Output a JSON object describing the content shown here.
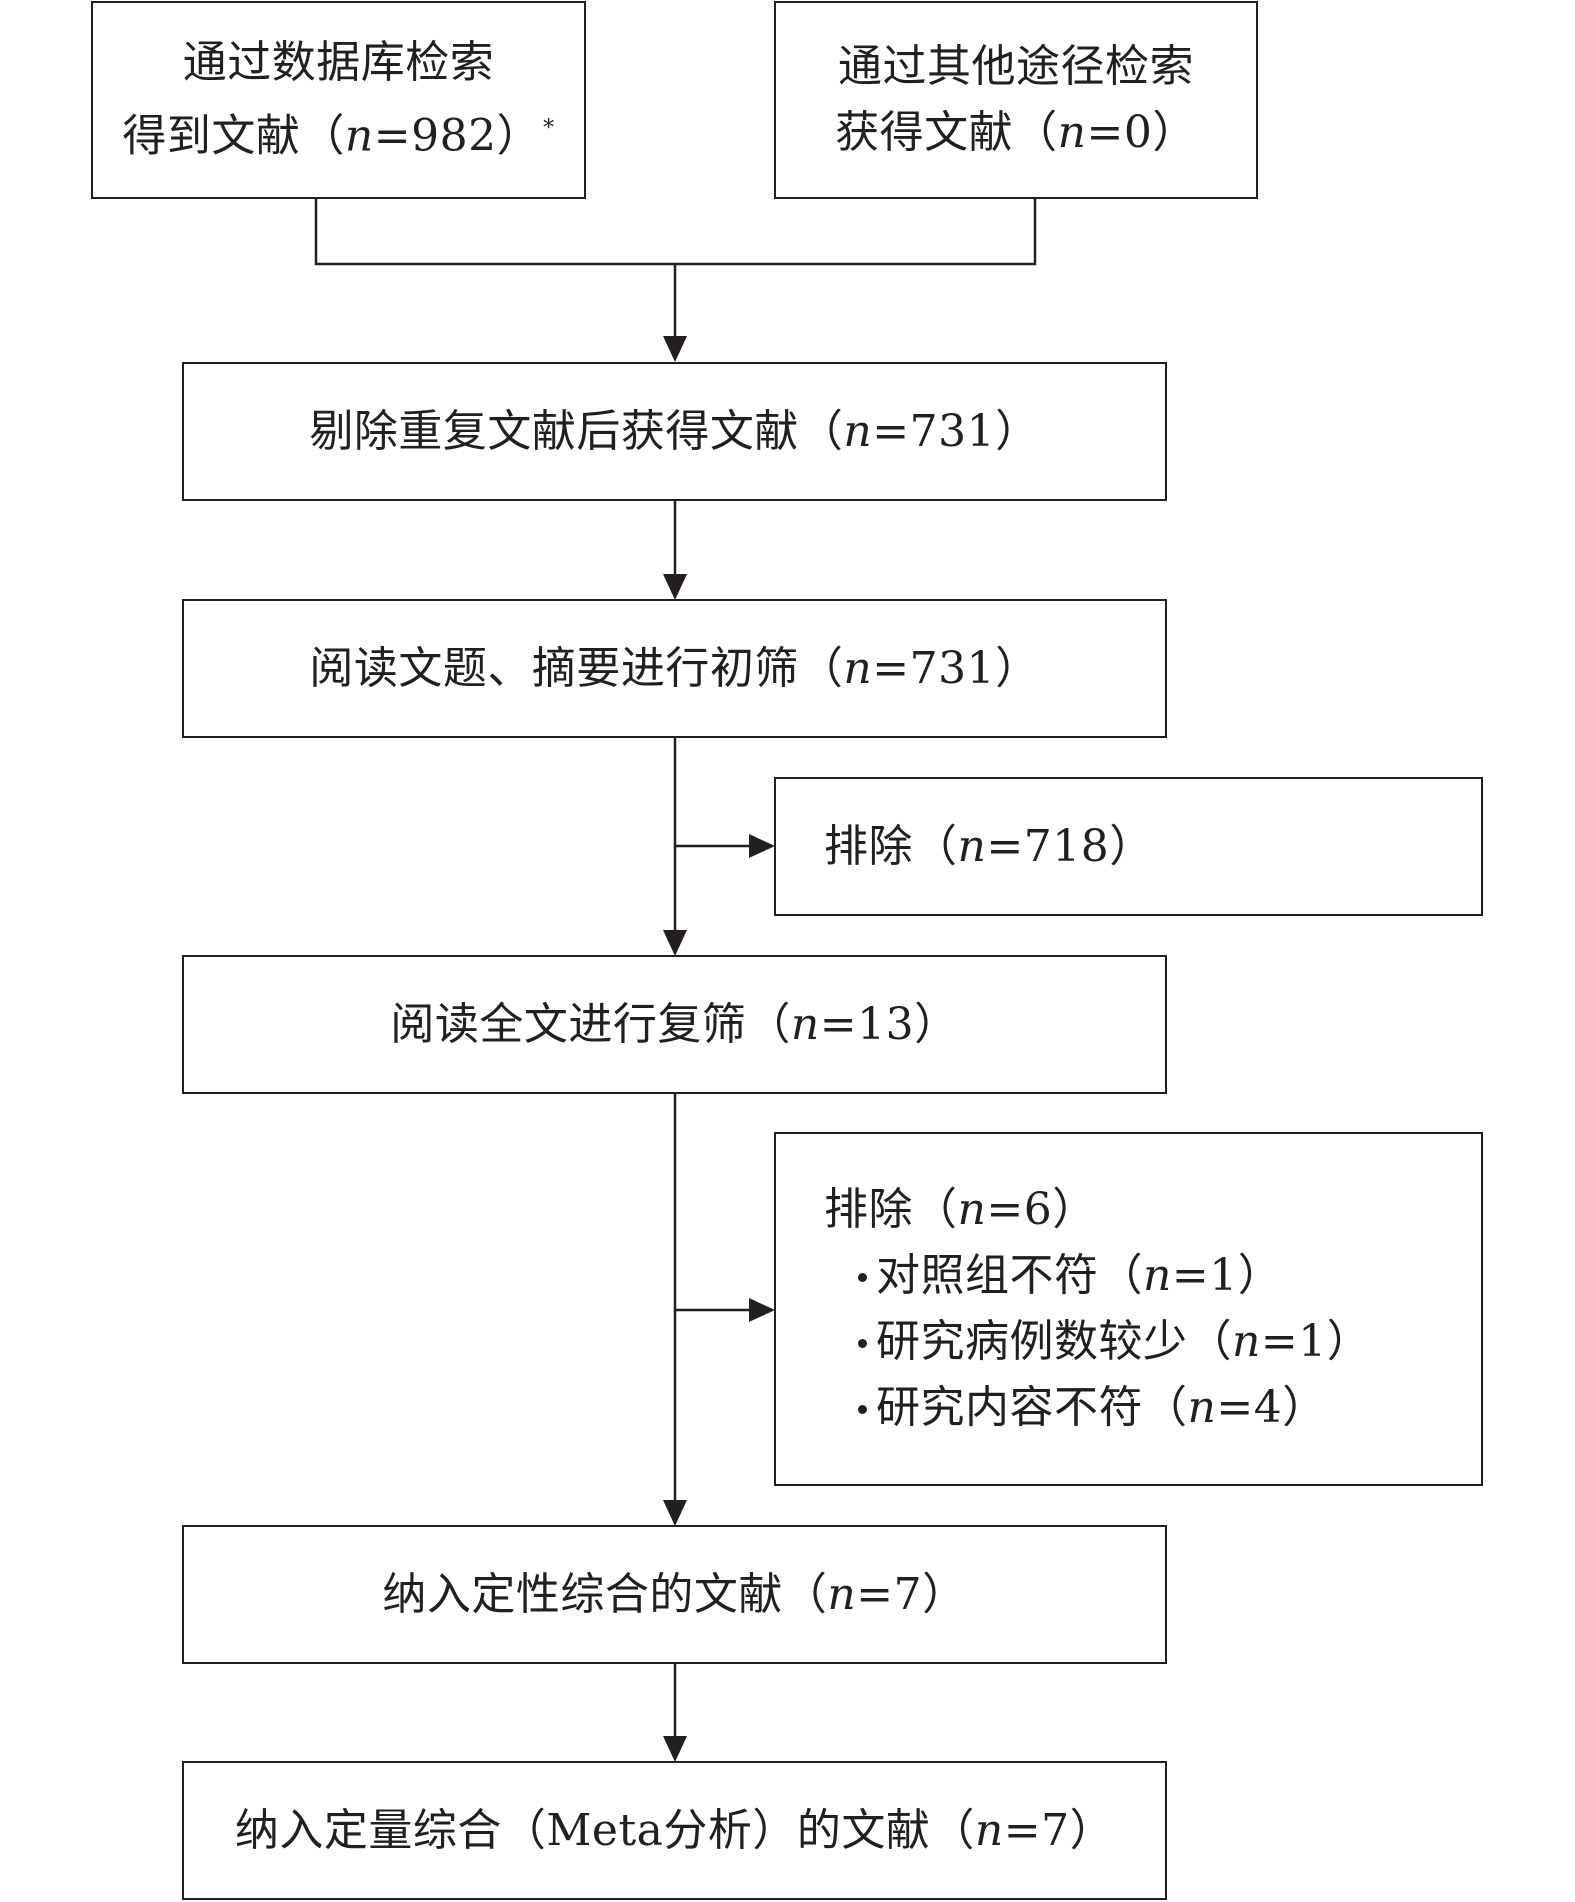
{
  "flowchart": {
    "sources": [
      {
        "line1": "通过数据库检索",
        "line2_prefix": "得到文献（",
        "n_label": "n",
        "line2_suffix": "=982）",
        "mark": "*"
      },
      {
        "line1": "通过其他途径检索",
        "line2_prefix": "获得文献（",
        "n_label": "n",
        "line2_suffix": "=0）"
      }
    ],
    "dedup": {
      "prefix": "剔除重复文献后获得文献（",
      "n_label": "n",
      "suffix": "=731）"
    },
    "screen1": {
      "prefix": "阅读文题、摘要进行初筛（",
      "n_label": "n",
      "suffix": "=731）"
    },
    "exclude1": {
      "prefix": "排除（",
      "n_label": "n",
      "suffix": "=718）"
    },
    "screen2": {
      "prefix": "阅读全文进行复筛（",
      "n_label": "n",
      "suffix": "=13）"
    },
    "exclude2": {
      "heading_prefix": "排除（",
      "n_label": "n",
      "heading_suffix": "=6）",
      "reasons": [
        {
          "prefix": "对照组不符（",
          "n_label": "n",
          "suffix": "=1）"
        },
        {
          "prefix": "研究病例数较少（",
          "n_label": "n",
          "suffix": "=1）"
        },
        {
          "prefix": "研究内容不符（",
          "n_label": "n",
          "suffix": "=4）"
        }
      ]
    },
    "qualitative": {
      "prefix": "纳入定性综合的文献（",
      "n_label": "n",
      "suffix": "=7）"
    },
    "quantitative": {
      "prefix": "纳入定量综合（Meta分析）的文献（",
      "n_label": "n",
      "suffix": "=7）"
    }
  }
}
